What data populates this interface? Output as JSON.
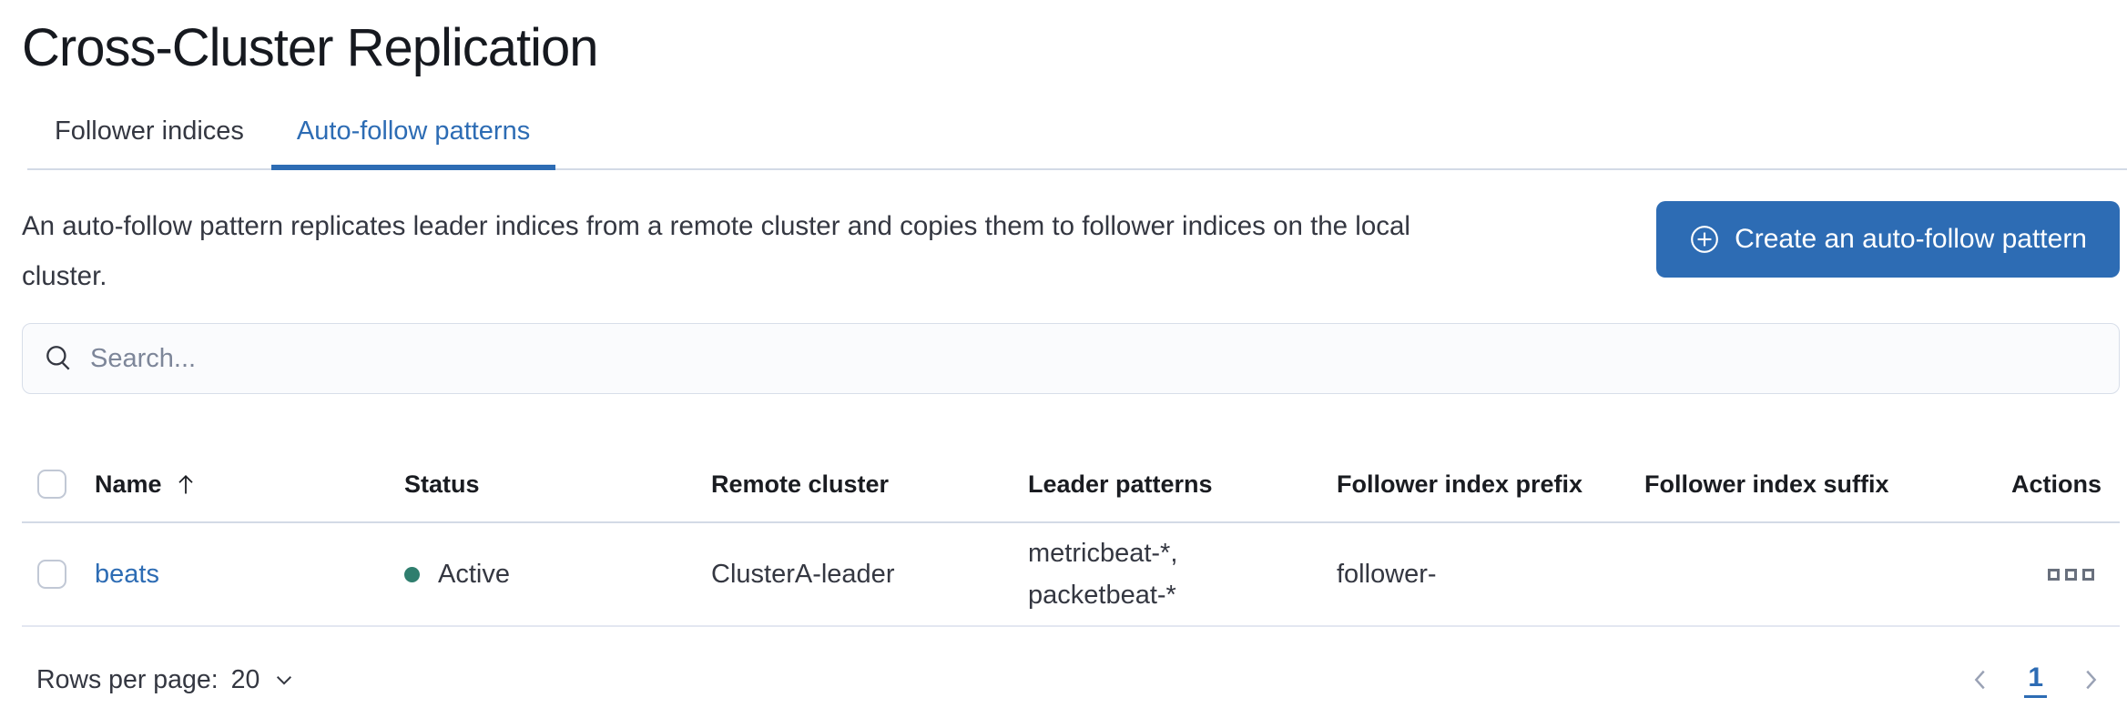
{
  "page": {
    "title": "Cross-Cluster Replication"
  },
  "tabs": [
    {
      "label": "Follower indices",
      "active": false
    },
    {
      "label": "Auto-follow patterns",
      "active": true
    }
  ],
  "description": "An auto-follow pattern replicates leader indices from a remote cluster and copies them to follower indices on the local cluster.",
  "create_button": {
    "label": "Create an auto-follow pattern",
    "icon": "plus-in-circle-icon"
  },
  "search": {
    "placeholder": "Search...",
    "value": "",
    "icon": "magnifier-icon"
  },
  "table": {
    "columns": [
      "Name",
      "Status",
      "Remote cluster",
      "Leader patterns",
      "Follower index prefix",
      "Follower index suffix",
      "Actions"
    ],
    "sort": {
      "column": "Name",
      "direction": "ascending",
      "icon": "arrow-up-icon"
    },
    "rows": [
      {
        "name": "beats",
        "status": "Active",
        "remote_cluster": "ClusterA-leader",
        "leader_patterns": "metricbeat-*, packetbeat-*",
        "follower_index_prefix": "follower-",
        "follower_index_suffix": "",
        "actions_icon": "boxes-horizontal-icon"
      }
    ]
  },
  "footer": {
    "rows_per_page_label": "Rows per page:",
    "rows_per_page_value": "20",
    "pagination": {
      "current_page": "1",
      "prev_icon": "chevron-left-icon",
      "next_icon": "chevron-right-icon"
    }
  },
  "colors": {
    "accent": "#2d6cb4",
    "status_active": "#2f7e6e",
    "border": "#d3dae6",
    "text": "#343741",
    "heading": "#16191f"
  }
}
